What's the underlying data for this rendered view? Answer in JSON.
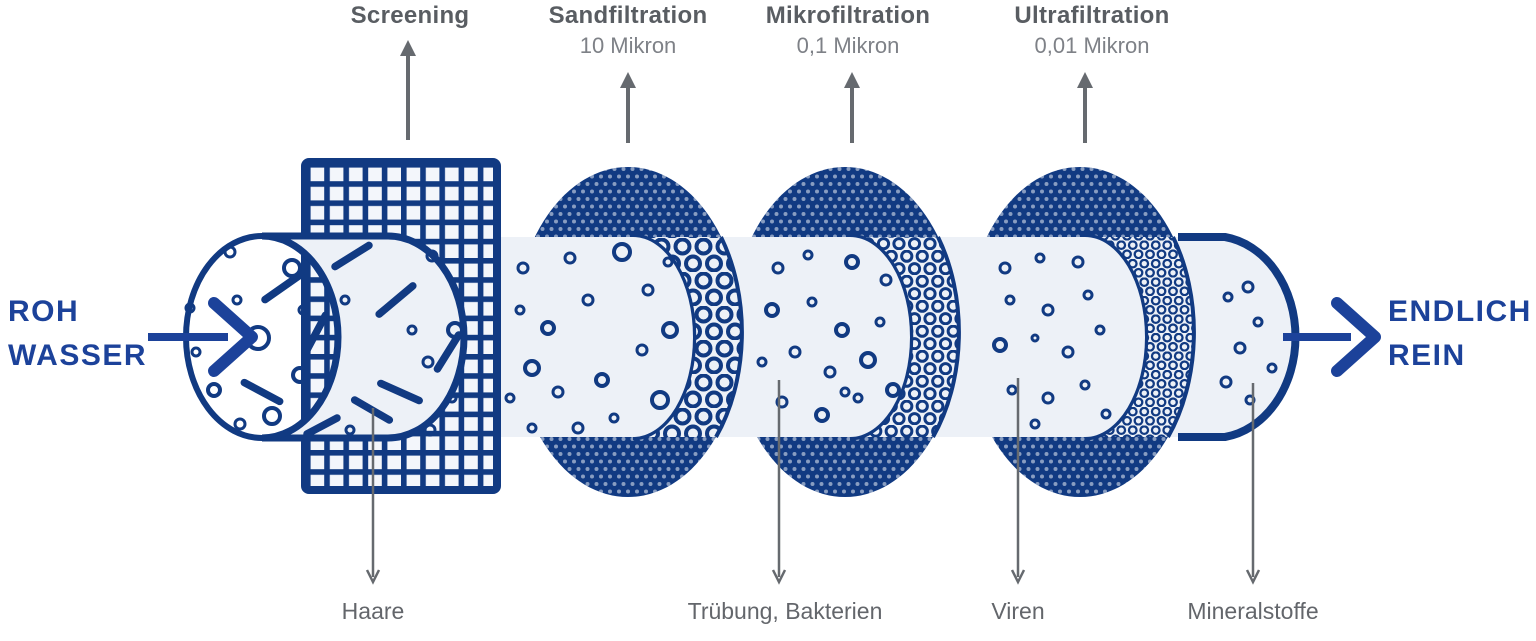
{
  "diagram": {
    "input_label": {
      "line1": "ROH",
      "line2": "WASSER"
    },
    "output_label": {
      "line1": "ENDLICH",
      "line2": "REIN"
    },
    "stages": [
      {
        "title": "Screening"
      },
      {
        "title": "Sandfiltration",
        "subtitle": "10 Mikron"
      },
      {
        "title": "Mikrofiltration",
        "subtitle": "0,1 Mikron"
      },
      {
        "title": "Ultrafiltration",
        "subtitle": "0,01 Mikron"
      }
    ],
    "removed_substances": [
      {
        "label": "Haare"
      },
      {
        "label": "Trübung, Bakterien"
      },
      {
        "label": "Viren"
      },
      {
        "label": "Mineralstoffe"
      }
    ],
    "colors": {
      "shape_blue": "#113a82",
      "accent_blue": "#1c429a",
      "pipe_fill": "#edf1f7",
      "grid_cell": "#f3f6fb",
      "title_gray": "#595d62",
      "sub_gray": "#7e8187",
      "label_gray": "#63666b",
      "arrow_gray": "#666a6f"
    }
  }
}
